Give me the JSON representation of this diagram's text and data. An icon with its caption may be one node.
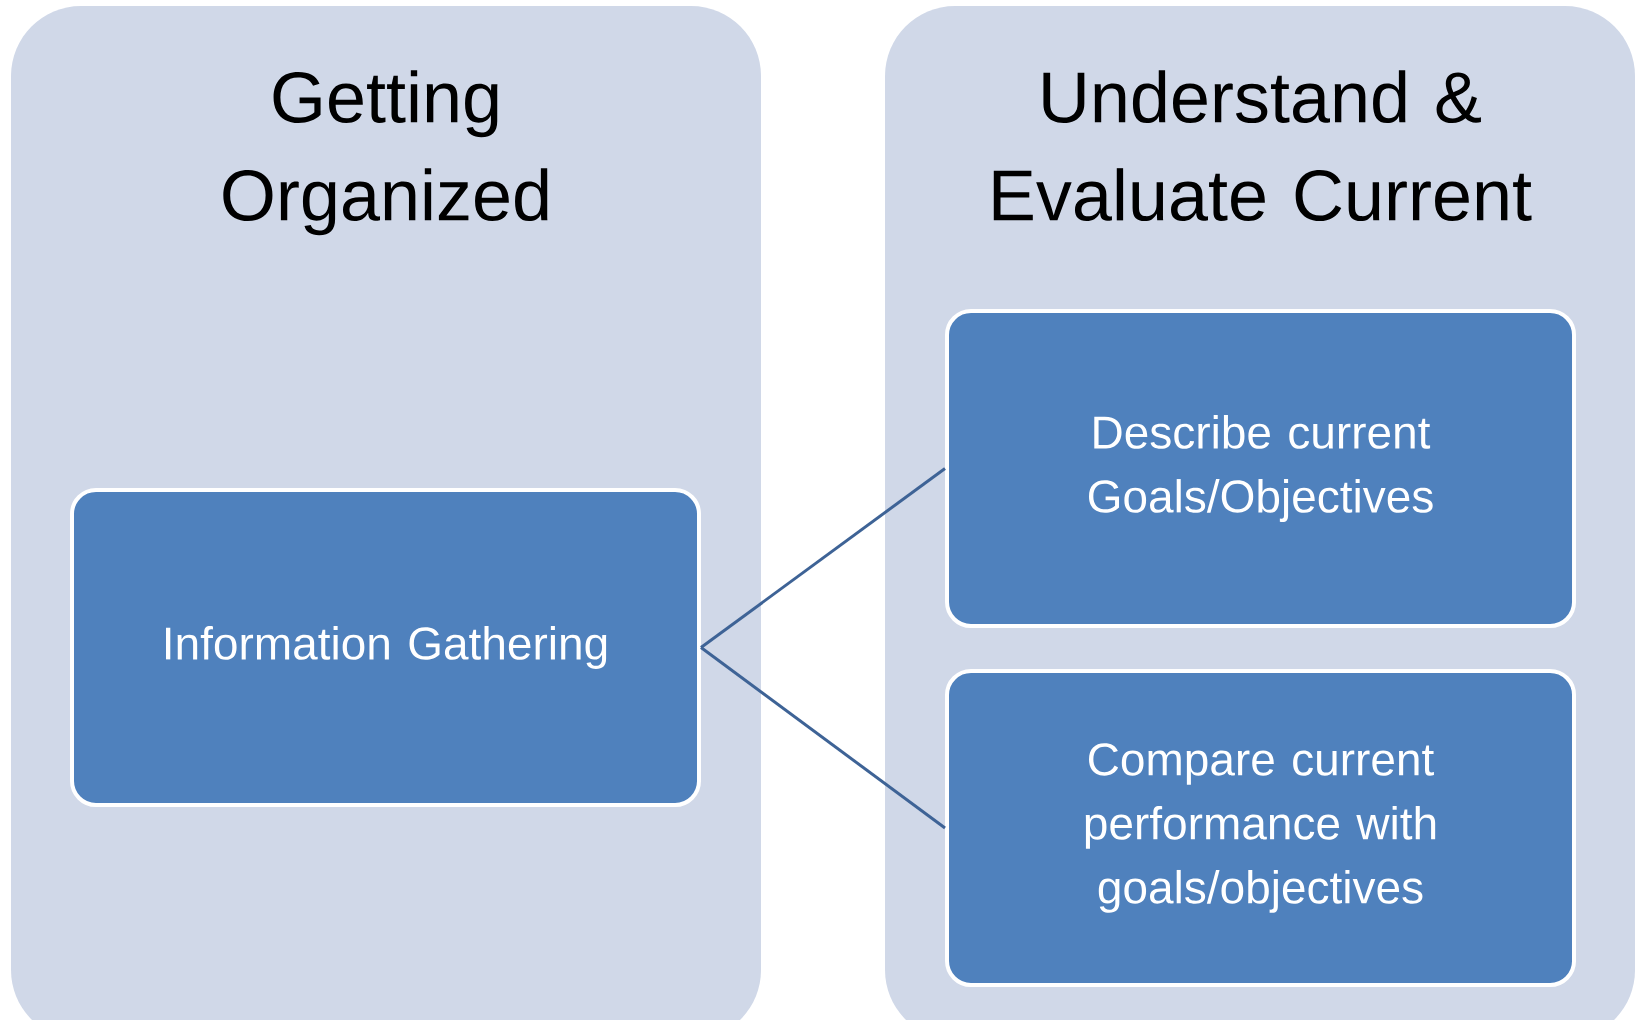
{
  "diagram": {
    "nodes": [
      {
        "text": [
          "Getting Organized"
        ]
      },
      {
        "text": [
          "Understand & Evaluate Current"
        ]
      },
      {
        "text": [
          "Information Gathering"
        ],
        "in": 0
      },
      {
        "text": [
          "Describe current Goals/Objectives"
        ],
        "in": 1
      },
      {
        "text": [
          "Compare current performance with goals/objectives"
        ],
        "in": 1
      }
    ],
    "edges": [
      {
        "from": 2,
        "to": 3,
        "arrow": "none"
      },
      {
        "from": 2,
        "to": 4,
        "arrow": "none"
      }
    ]
  }
}
